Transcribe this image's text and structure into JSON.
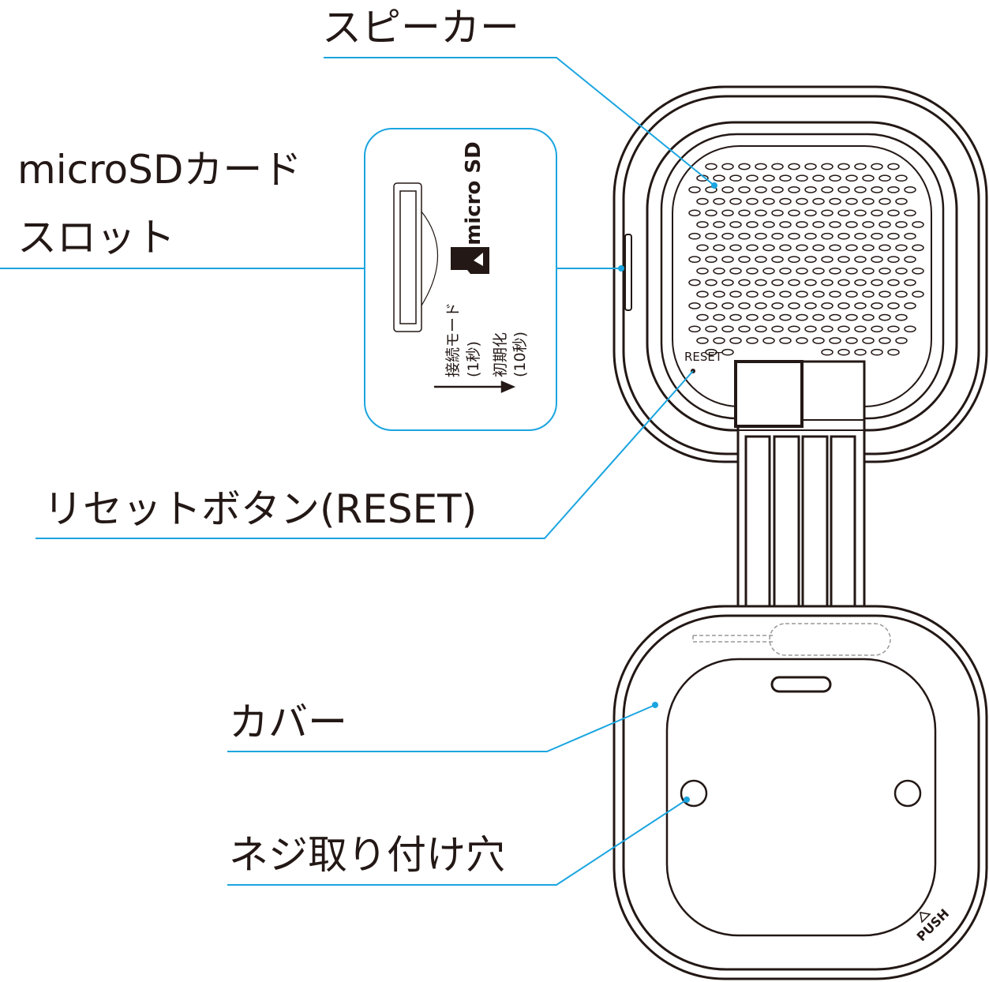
{
  "labels": {
    "speaker": "スピーカー",
    "microsd_line1": "microSDカード",
    "microsd_line2": "スロット",
    "reset_button": "リセットボタン(RESET)",
    "cover": "カバー",
    "screw_hole": "ネジ取り付け穴"
  },
  "device": {
    "reset_text": "RESET",
    "push_text": "PUSH"
  },
  "inset": {
    "logo_text": "micro SD",
    "mode1": "接続モード",
    "mode1_time": "(1秒)",
    "mode2": "初期化",
    "mode2_time": "(10秒)"
  },
  "colors": {
    "leader": "#1aa5e0",
    "ink": "#231815"
  }
}
